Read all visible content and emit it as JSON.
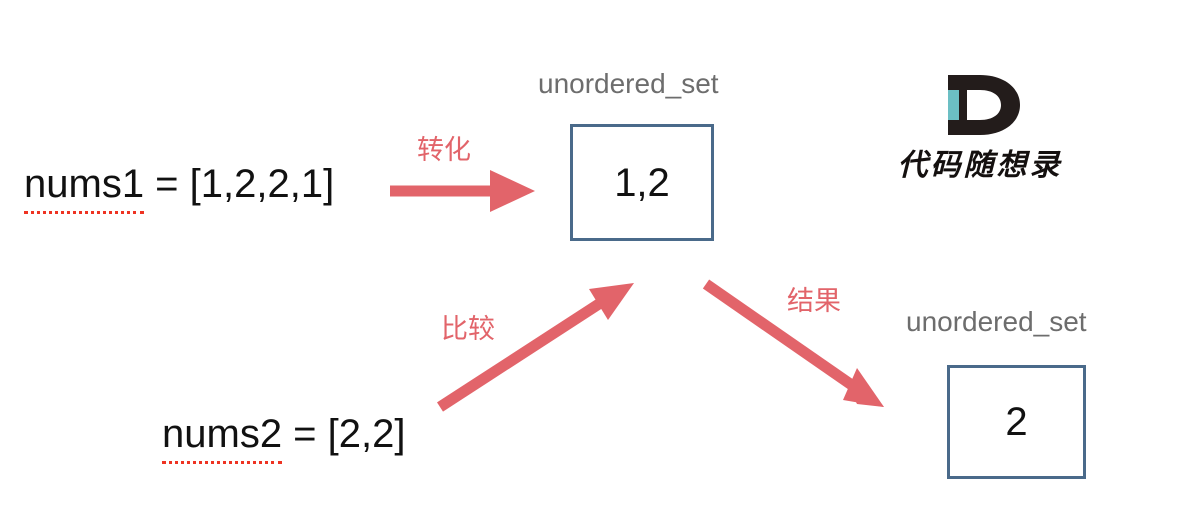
{
  "diagram": {
    "title": "unordered_set intersection diagram",
    "colors": {
      "arrow": "#e2646a",
      "box_border": "#4a6a8a",
      "label_gray": "#6d6d6d",
      "underline_red": "#ee3322",
      "logo_dark": "#231c1b",
      "logo_teal": "#6cbfc4"
    },
    "inputs": [
      {
        "name": "nums1",
        "assign": " = [1,2,2,1]"
      },
      {
        "name": "nums2",
        "assign": " = [2,2]"
      }
    ],
    "boxes": [
      {
        "label": "unordered_set",
        "value": "1,2"
      },
      {
        "label": "unordered_set",
        "value": "2"
      }
    ],
    "arrows": [
      {
        "caption": "转化",
        "meaning": "convert",
        "direction": "right"
      },
      {
        "caption": "比较",
        "meaning": "compare",
        "direction": "up-right"
      },
      {
        "caption": "结果",
        "meaning": "result",
        "direction": "down-right"
      }
    ],
    "logo": {
      "mark": "D",
      "brand": "代码随想录"
    }
  }
}
